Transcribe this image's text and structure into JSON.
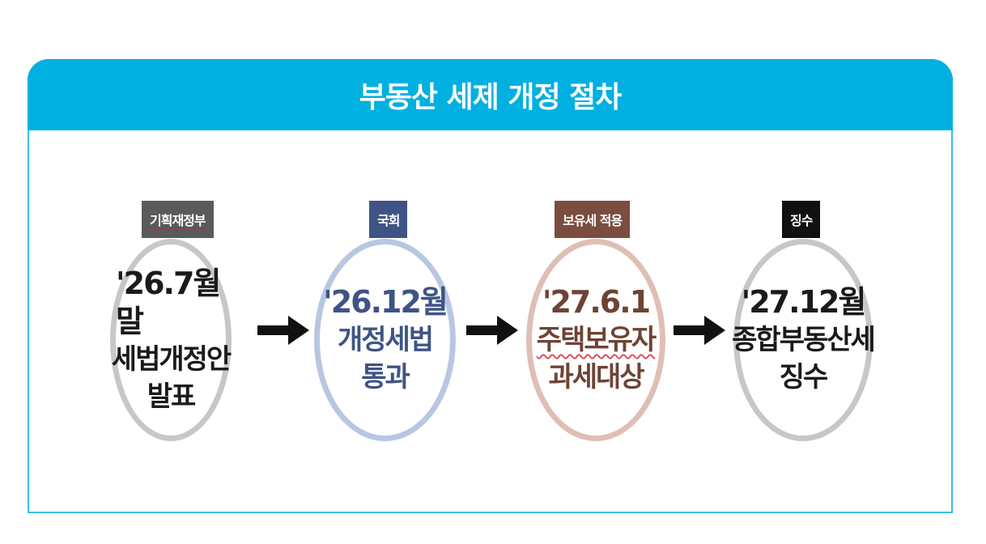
{
  "title": "부동산 세제 개정 절차",
  "colors": {
    "banner": "#00b0e0",
    "panel_border": "#3bbfe6",
    "arrow": "#111111"
  },
  "steps": [
    {
      "tag": "기획재정부",
      "date": "'26.7월말",
      "lines": [
        "세법개정안",
        "발표"
      ],
      "tag_color": "#5a5a5a",
      "ring_color": "#c7c7c7",
      "text_color": "#1a1a1a"
    },
    {
      "tag": "국회",
      "date": "'26.12월",
      "lines": [
        "개정세법",
        "통과"
      ],
      "tag_color": "#3f5485",
      "ring_color": "#b9c6e2",
      "text_color": "#3f5485"
    },
    {
      "tag": "보유세 적용",
      "date": "'27.6.1",
      "lines": [
        "주택보유자",
        "과세대상"
      ],
      "tag_color": "#7a4d3f",
      "ring_color": "#dfbfb5",
      "text_color": "#6e4335"
    },
    {
      "tag": "징수",
      "date": "'27.12월",
      "lines": [
        "종합부동산세",
        "징수"
      ],
      "tag_color": "#111111",
      "ring_color": "#c7c7c7",
      "text_color": "#1a1a1a"
    }
  ]
}
